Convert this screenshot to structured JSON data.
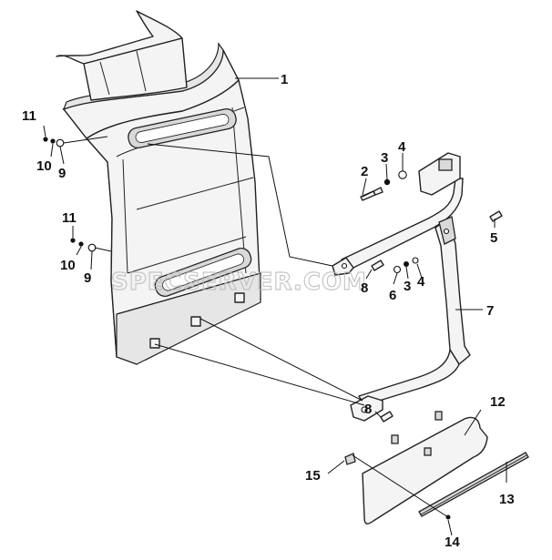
{
  "watermark": "SPECSERVER.COM",
  "callouts": [
    "1",
    "2",
    "3",
    "4",
    "5",
    "6",
    "7",
    "8",
    "9",
    "10",
    "11",
    "12",
    "13",
    "14",
    "15"
  ],
  "labels": {
    "l1": "1",
    "l2": "2",
    "l3a": "3",
    "l4a": "4",
    "l5": "5",
    "l6": "6",
    "l3b": "3",
    "l4b": "4",
    "l7": "7",
    "l8a": "8",
    "l8b": "8",
    "l9a": "9",
    "l10a": "10",
    "l11a": "11",
    "l9b": "9",
    "l10b": "10",
    "l11b": "11",
    "l12": "12",
    "l13": "13",
    "l14": "14",
    "l15": "15"
  }
}
